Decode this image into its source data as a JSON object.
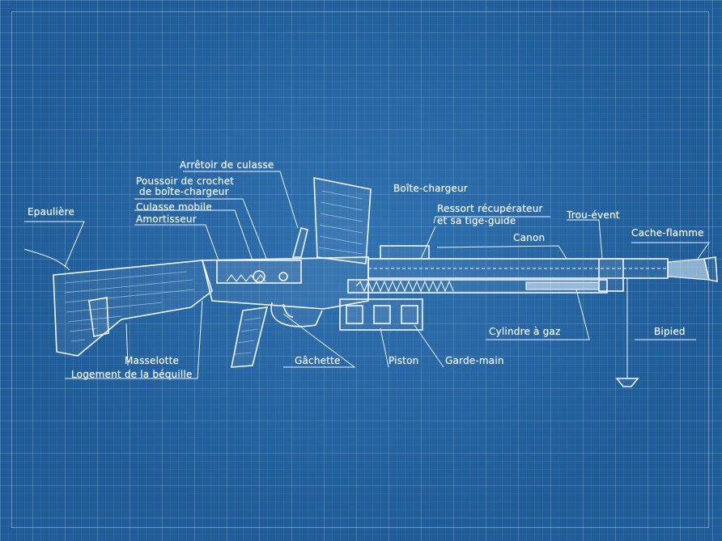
{
  "colors": {
    "background": "#1f5c98",
    "line": "#f2f7ff",
    "grid": "rgba(255,255,255,0.13)"
  },
  "labels": {
    "epauliere": "Epaulière",
    "arretoir": "Arrêtoir de culasse",
    "poussoir_1": "Poussoir de crochet",
    "poussoir_2": "de boîte-chargeur",
    "culasse": "Culasse mobile",
    "amortisseur": "Amortisseur",
    "boite": "Boîte-chargeur",
    "ressort_1": "Ressort récupérateur",
    "ressort_2": "et sa tige-guide",
    "canon": "Canon",
    "trou_event": "Trou-évent",
    "cache_flamme": "Cache-flamme",
    "bipied": "Bipied",
    "cylindre": "Cylindre à gaz",
    "masselotte": "Masselotte",
    "logement": "Logement de la béquille",
    "gachette": "Gâchette",
    "piston": "Piston",
    "garde_main": "Garde-main"
  }
}
